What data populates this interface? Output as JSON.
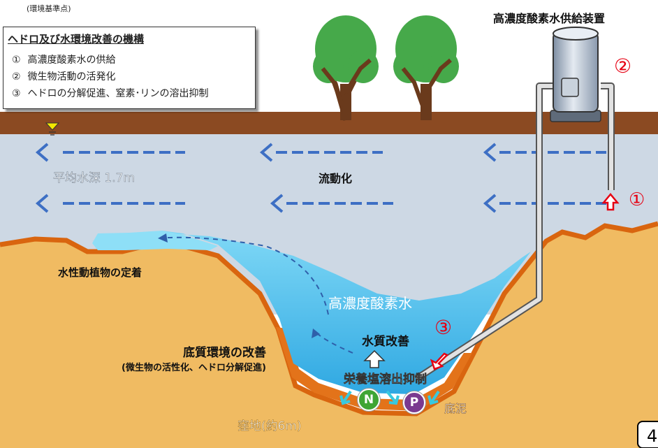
{
  "header": {
    "standard_point": "(環境基準点)",
    "device_title": "高濃度酸素水供給装置"
  },
  "legend": {
    "title": "ヘドロ及び水環境改善の機構",
    "items": [
      {
        "num": "①",
        "text": "高濃度酸素水の供給"
      },
      {
        "num": "②",
        "text": "微生物活動の活発化"
      },
      {
        "num": "③",
        "text": "ヘドロの分解促進、窒素･リンの溶出抑制"
      }
    ]
  },
  "markers": {
    "one": "①",
    "two": "②",
    "three": "③"
  },
  "labels": {
    "avg_depth": "平均水深 1.7m",
    "flow": "流動化",
    "aquatic": "水性動植物の定着",
    "high_oxygen_water": "高濃度酸素水",
    "water_quality": "水質改善",
    "sediment_env": "底質環境の改善",
    "sediment_env_sub": "(微生物の活性化、ヘドロ分解促進)",
    "nutrient": "栄養塩溶出抑制",
    "mud": "底泥",
    "depression": "窪地(約6m)"
  },
  "badges": {
    "nitrogen": "N",
    "phosphorus": "P"
  },
  "page_number": "4",
  "colors": {
    "water": "#cdd8e4",
    "ground": "#f0bb62",
    "bank": "#8b4a22",
    "mud": "#e3731a",
    "oxygen_water": "#5cc6ef",
    "flow_arrow": "#3d6fc4",
    "marker_red": "#e60012",
    "tree_green": "#46a94a",
    "trunk": "#6a3a1c",
    "pipe": "#d9d9d9",
    "nitrogen": "#3fa535",
    "phosphorus": "#7a3a8f",
    "cyan_arrow": "#38c9e0"
  }
}
